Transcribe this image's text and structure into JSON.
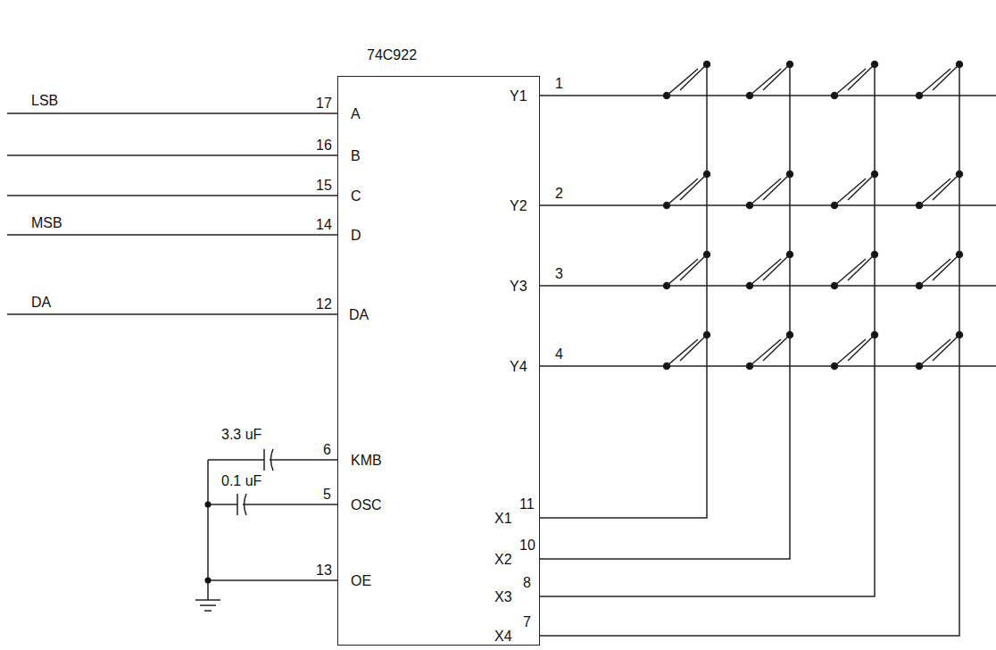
{
  "diagram": {
    "nodes": [
      {
        "text": [
          "74C922",
          "A",
          "B",
          "C",
          "D",
          "DA",
          "KMB",
          "OSC",
          "OE",
          "Y1",
          "Y2",
          "Y3",
          "Y4",
          "X1",
          "X2",
          "X3",
          "X4"
        ]
      }
    ],
    "labels": [
      "LSB",
      "MSB",
      "DA",
      "17",
      "16",
      "15",
      "14",
      "12",
      "6",
      "5",
      "13",
      "3.3 uF",
      "0.1 uF",
      "1",
      "2",
      "3",
      "4",
      "11",
      "10",
      "8",
      "7"
    ]
  }
}
